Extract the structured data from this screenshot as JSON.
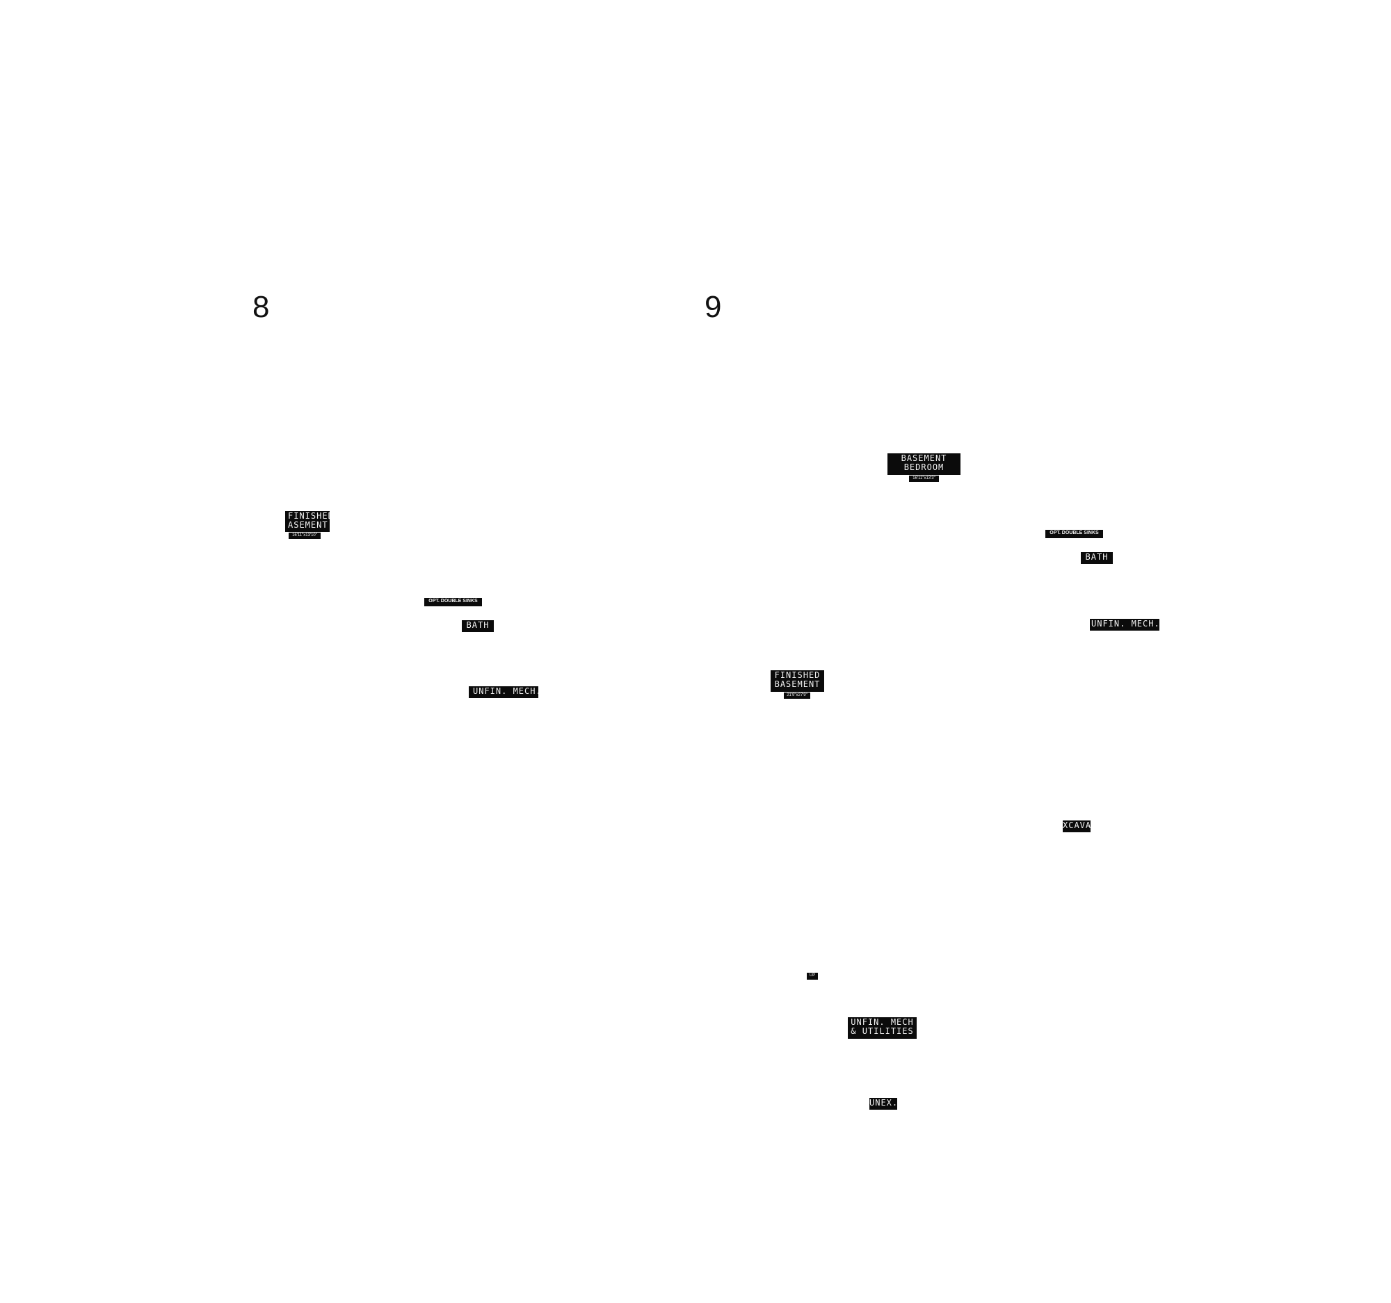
{
  "plans": [
    {
      "number": "8",
      "labels": {
        "finished_basement": {
          "line1": "FINISHED",
          "line2": "ASEMENT",
          "dims": "16'11\"x13'10\""
        },
        "opt_double_sinks": "OPT. DOUBLE SINKS",
        "bath": "BATH",
        "unfin_mech": "UNFIN. MECH."
      }
    },
    {
      "number": "9",
      "labels": {
        "basement_bedroom": {
          "line1": "BASEMENT",
          "line2": "BEDROOM",
          "dims": "16'11\"x13'3\""
        },
        "opt_double_sinks": "OPT. DOUBLE SINKS",
        "bath": "BATH",
        "unfin_mech": "UNFIN. MECH.",
        "finished_basement": {
          "line1": "FINISHED",
          "line2": "BASEMENT",
          "dims": "21'9\"x27'9\""
        },
        "excavation": "XCAVA",
        "up": "UP",
        "unfin_mech_utilities": {
          "line1": "UNFIN. MECH",
          "line2": "& UTILITIES"
        },
        "unex": "UNEX."
      }
    }
  ]
}
